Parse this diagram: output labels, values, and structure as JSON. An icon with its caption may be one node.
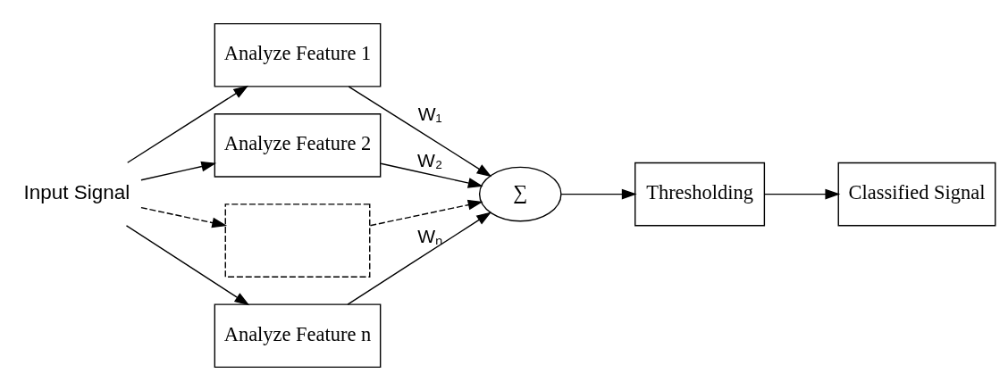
{
  "diagram": {
    "nodes": [
      {
        "text": [
          "Input Signal"
        ]
      },
      {
        "text": [
          "Analyze Feature 1"
        ]
      },
      {
        "text": [
          "Analyze Feature 2"
        ]
      },
      {
        "text": [],
        "shape": "box"
      },
      {
        "text": [
          "Analyze Feature n"
        ]
      },
      {
        "text": [
          "∑"
        ]
      },
      {
        "text": [
          "Thresholding"
        ]
      },
      {
        "text": [
          "Classified Signal"
        ]
      }
    ],
    "edges": [
      {
        "from": 0,
        "to": 1,
        "arrow": "to"
      },
      {
        "from": 0,
        "to": 2,
        "arrow": "to"
      },
      {
        "from": 0,
        "to": 3,
        "arrow": "to",
        "style": "dashed"
      },
      {
        "from": 0,
        "to": 4,
        "arrow": "to"
      },
      {
        "from": 1,
        "to": 5,
        "arrow": "to",
        "label": "W₁"
      },
      {
        "from": 2,
        "to": 5,
        "arrow": "to",
        "label": "W₂"
      },
      {
        "from": 3,
        "to": 5,
        "arrow": "to",
        "style": "dashed"
      },
      {
        "from": 4,
        "to": 5,
        "arrow": "to",
        "label": "Wₙ"
      },
      {
        "from": 5,
        "to": 6,
        "arrow": "to"
      },
      {
        "from": 6,
        "to": 7,
        "arrow": "to"
      }
    ]
  }
}
